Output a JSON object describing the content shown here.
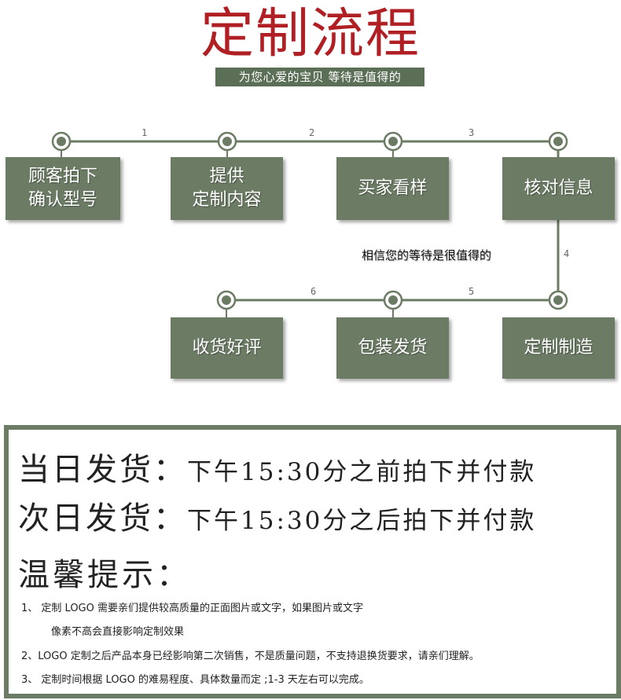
{
  "header": {
    "title": "定制流程",
    "subtitle": "为您心爱的宝贝  等待是值得的"
  },
  "flow": {
    "steps": [
      {
        "label": "顾客拍下\n确认型号"
      },
      {
        "label": "提供\n定制内容"
      },
      {
        "label": "买家看样"
      },
      {
        "label": "核对信息"
      },
      {
        "label": "定制制造"
      },
      {
        "label": "包装发货"
      },
      {
        "label": "收货好评"
      }
    ],
    "step_numbers": [
      "1",
      "2",
      "3",
      "4",
      "5",
      "6"
    ],
    "note": "相信您的等待是很值得的",
    "colors": {
      "box": "#6b7b64",
      "line": "#6b7b64",
      "title": "#b01f24"
    }
  },
  "shipping": {
    "same_day_key": "当日发货：",
    "same_day_value": "下午15:30分之前拍下并付款",
    "next_day_key": "次日发货：",
    "next_day_value": "下午15:30分之后拍下并付款"
  },
  "tips": {
    "title": "温馨提示：",
    "items": [
      "1、 定制 LOGO 需要亲们提供较高质量的正面图片或文字，如果图片或文字",
      "像素不高会直接影响定制效果",
      "2、LOGO 定制之后产品本身已经影响第二次销售，不是质量问题，不支持退换货要求，请亲们理解。",
      "3、 定制时间根据 LOGO 的难易程度、具体数量而定 ;1-3 天左右可以完成。"
    ]
  }
}
